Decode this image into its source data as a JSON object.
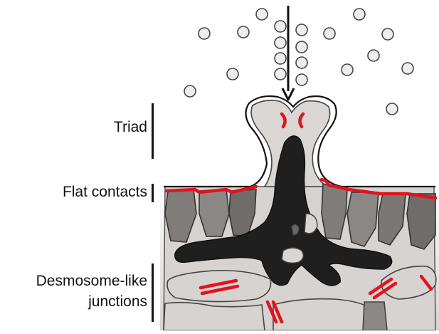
{
  "labels": {
    "triad": "Triad",
    "flat_contacts": "Flat contacts",
    "desmosome_line1": "Desmosome-like",
    "desmosome_line2": "junctions"
  },
  "colors": {
    "junction_red": "#e0141e",
    "dark_cell": "#222222",
    "mid_cell": "#7d7a78",
    "light_cell": "#d9d6d3",
    "vesicle_fill": "#e8e8e8"
  },
  "icons": {
    "arrow": "downward-arrow-icon",
    "vesicle": "circle-vesicle-icon"
  }
}
